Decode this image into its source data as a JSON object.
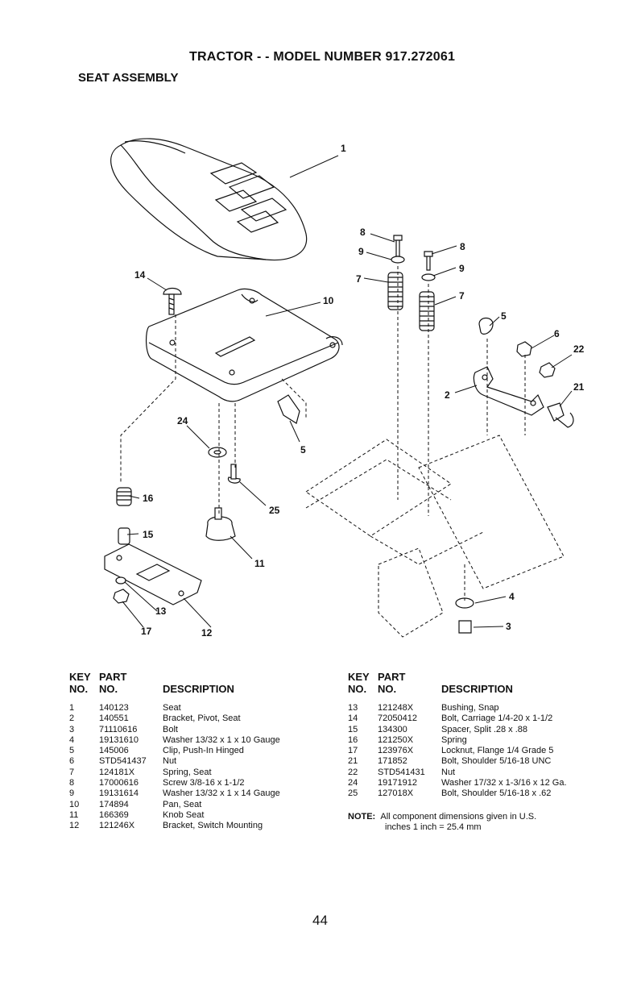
{
  "header": {
    "title": "TRACTOR - - MODEL NUMBER 917.272061",
    "subtitle": "SEAT ASSEMBLY"
  },
  "table_headers": {
    "key_line1": "KEY",
    "key_line2": "NO.",
    "part_line1": "PART",
    "part_line2": "NO.",
    "description": "DESCRIPTION"
  },
  "parts_left": [
    {
      "key": "1",
      "part": "140123",
      "desc": "Seat"
    },
    {
      "key": "2",
      "part": "140551",
      "desc": "Bracket, Pivot, Seat"
    },
    {
      "key": "3",
      "part": "71110616",
      "desc": "Bolt"
    },
    {
      "key": "4",
      "part": "19131610",
      "desc": "Washer  13/32 x 1 x 10 Gauge"
    },
    {
      "key": "5",
      "part": "145006",
      "desc": "Clip, Push-In  Hinged"
    },
    {
      "key": "6",
      "part": "STD541437",
      "desc": "Nut"
    },
    {
      "key": "7",
      "part": "124181X",
      "desc": "Spring, Seat"
    },
    {
      "key": "8",
      "part": "17000616",
      "desc": "Screw  3/8-16 x 1-1/2"
    },
    {
      "key": "9",
      "part": "19131614",
      "desc": "Washer  13/32 x 1 x 14 Gauge"
    },
    {
      "key": "10",
      "part": "174894",
      "desc": "Pan, Seat"
    },
    {
      "key": "11",
      "part": "166369",
      "desc": "Knob Seat"
    },
    {
      "key": "12",
      "part": "121246X",
      "desc": "Bracket, Switch Mounting"
    }
  ],
  "parts_right": [
    {
      "key": "13",
      "part": "121248X",
      "desc": "Bushing, Snap"
    },
    {
      "key": "14",
      "part": "72050412",
      "desc": "Bolt, Carriage  1/4-20 x 1-1/2"
    },
    {
      "key": "15",
      "part": "134300",
      "desc": "Spacer, Split  .28 x  .88"
    },
    {
      "key": "16",
      "part": "121250X",
      "desc": "Spring"
    },
    {
      "key": "17",
      "part": "123976X",
      "desc": "Locknut, Flange  1/4 Grade 5"
    },
    {
      "key": "21",
      "part": "171852",
      "desc": "Bolt, Shoulder 5/16-18 UNC"
    },
    {
      "key": "22",
      "part": "STD541431",
      "desc": "Nut"
    },
    {
      "key": "24",
      "part": "19171912",
      "desc": "Washer  17/32 x 1-3/16 x 12 Ga."
    },
    {
      "key": "25",
      "part": "127018X",
      "desc": "Bolt, Shoulder  5/16-18 x .62"
    }
  ],
  "note": {
    "label": "NOTE:",
    "line1": "All component dimensions given in U.S.",
    "line2": "inches 1 inch = 25.4 mm"
  },
  "page_number": "44",
  "callouts": [
    "1",
    "2",
    "3",
    "4",
    "5",
    "5",
    "6",
    "7",
    "7",
    "8",
    "8",
    "9",
    "9",
    "10",
    "11",
    "12",
    "13",
    "14",
    "15",
    "16",
    "17",
    "21",
    "22",
    "24",
    "25"
  ]
}
